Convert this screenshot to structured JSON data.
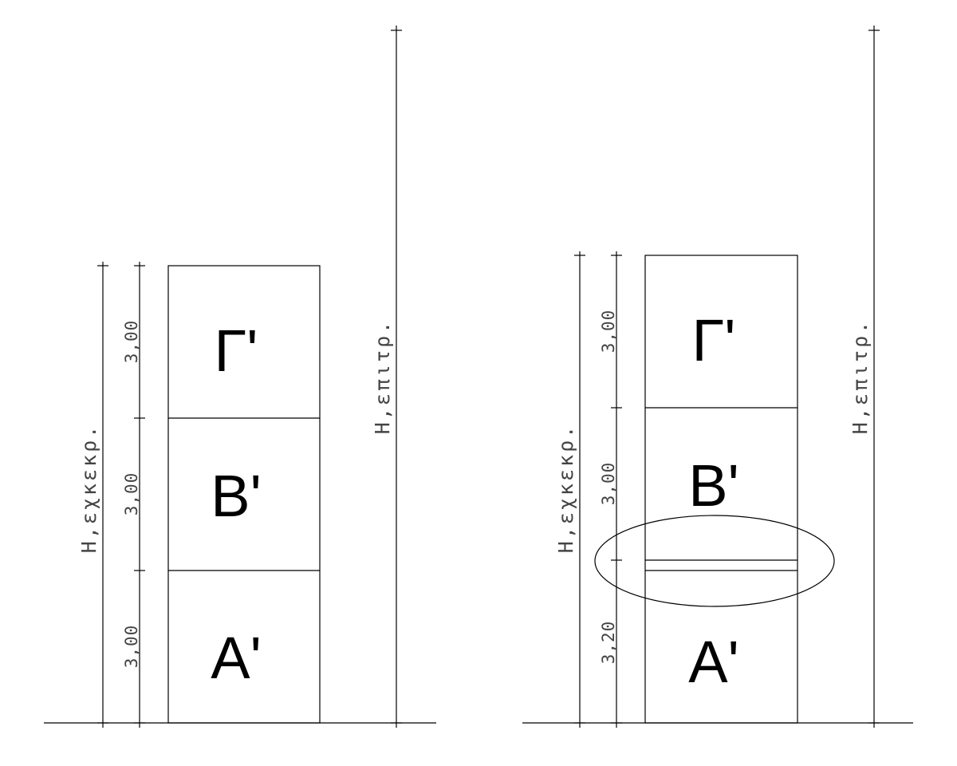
{
  "diagrams": [
    {
      "floors": [
        {
          "label": "Γ'",
          "height": "3,00"
        },
        {
          "label": "Β'",
          "height": "3,00"
        },
        {
          "label": "Α'",
          "height": "3,00"
        }
      ],
      "height_label_existing": "Η,εχκεκρ.",
      "height_label_allowed": "Η,επιτρ."
    },
    {
      "floors": [
        {
          "label": "Γ'",
          "height": "3,00"
        },
        {
          "label": "Β'",
          "height": "3,00"
        },
        {
          "label": "Α'",
          "height": "3,20"
        }
      ],
      "height_label_existing": "Η,εχκεκρ.",
      "height_label_allowed": "Η,επιτρ.",
      "highlight": "ellipse around slab between Α' and Β'"
    }
  ],
  "colors": {
    "line": "#000000",
    "dimension_text": "#444444",
    "background": "#ffffff"
  }
}
